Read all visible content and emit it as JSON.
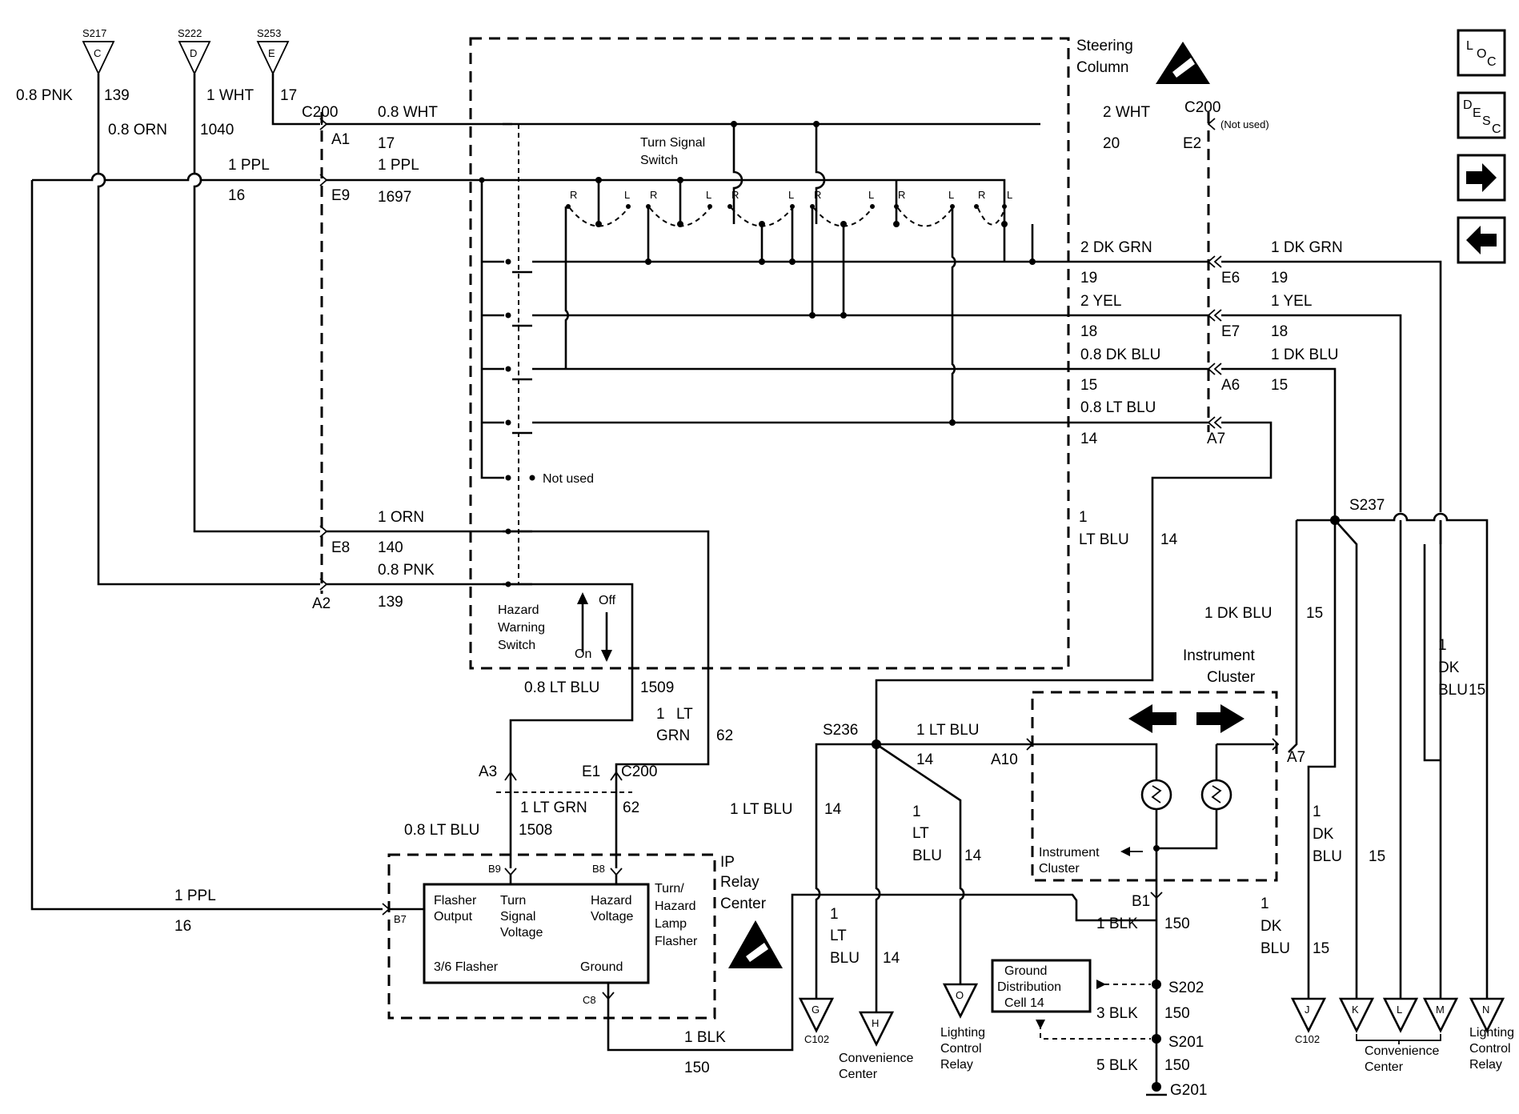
{
  "splices_top": [
    {
      "id": "s217",
      "name": "S217",
      "letter": "C"
    },
    {
      "id": "s222",
      "name": "S222",
      "letter": "D"
    },
    {
      "id": "s253",
      "name": "S253",
      "letter": "E"
    }
  ],
  "steering_column": {
    "line1": "Steering",
    "line2": "Column"
  },
  "turn_signal_switch": {
    "line1": "Turn Signal",
    "line2": "Switch"
  },
  "hazard_switch": {
    "line1": "Hazard",
    "line2": "Warning",
    "line3": "Switch",
    "off": "Off",
    "on": "On"
  },
  "not_used": "Not used",
  "c200_not_used": "(Not used)",
  "connectors": {
    "c200": "C200",
    "a1": "A1",
    "e9": "E9",
    "e8": "E8",
    "a2": "A2",
    "e2": "E2",
    "e6": "E6",
    "e7": "E7",
    "a6": "A6",
    "a7": "A7",
    "a3": "A3",
    "e1": "E1",
    "b9": "B9",
    "b8": "B8",
    "b7": "B7",
    "c8": "C8",
    "a10": "A10",
    "b1": "B1"
  },
  "wires": {
    "pnk08": "0.8 PNK",
    "n139": "139",
    "orn08": "0.8 ORN",
    "n1040": "1040",
    "wht1": "1 WHT",
    "n17": "17",
    "wht08": "0.8 WHT",
    "ppl1": "1 PPL",
    "n16": "16",
    "n1697": "1697",
    "wht2": "2 WHT",
    "n20": "20",
    "dkgrn2": "2 DK GRN",
    "n19": "19",
    "dkgrn1": "1 DK GRN",
    "yel2": "2 YEL",
    "n18": "18",
    "yel1": "1 YEL",
    "dkblu08": "0.8 DK BLU",
    "n15": "15",
    "dkblu1": "1 DK BLU",
    "ltblu08": "0.8 LT BLU",
    "n14": "14",
    "orn1": "1 ORN",
    "n140": "140",
    "n1509": "1509",
    "n62": "62",
    "ltgrn1": "1 LT GRN",
    "n1508": "1508",
    "ltblu1": "1 LT BLU",
    "blk1": "1 BLK",
    "n150": "150",
    "blk3": "3 BLK",
    "blk5": "5 BLK",
    "one": "1",
    "lt": "LT",
    "blu": "BLU",
    "dk": "DK",
    "grn": "GRN",
    "lt_blu": "LT BLU"
  },
  "s237": "S237",
  "s236": "S236",
  "s202": "S202",
  "s201": "S201",
  "g201": "G201",
  "instrument_cluster": {
    "line1": "Instrument",
    "line2": "Cluster",
    "inner1": "Instrument",
    "inner2": "Cluster"
  },
  "ip_relay": {
    "line1": "IP",
    "line2": "Relay",
    "line3": "Center"
  },
  "flasher": {
    "flasher_output_1": "Flasher",
    "flasher_output_2": "Output",
    "tsv_1": "Turn",
    "tsv_2": "Signal",
    "tsv_3": "Voltage",
    "hv_1": "Hazard",
    "hv_2": "Voltage",
    "flasher_36": "3/6 Flasher",
    "ground": "Ground",
    "side_1": "Turn/",
    "side_2": "Hazard",
    "side_3": "Lamp",
    "side_4": "Flasher"
  },
  "ground_dist": {
    "line1": "Ground",
    "line2": "Distribution",
    "line3": "Cell 14"
  },
  "bottom_refs": [
    {
      "id": "g",
      "letter": "G",
      "label": "C102"
    },
    {
      "id": "h",
      "letter": "H",
      "label1": "Convenience",
      "label2": "Center"
    },
    {
      "id": "o",
      "letter": "O",
      "label1": "Lighting",
      "label2": "Control",
      "label3": "Relay"
    },
    {
      "id": "j",
      "letter": "J",
      "label": "C102"
    },
    {
      "id": "k",
      "letter": "K"
    },
    {
      "id": "l",
      "letter": "L",
      "label1": "Convenience",
      "label2": "Center"
    },
    {
      "id": "m",
      "letter": "M"
    },
    {
      "id": "n",
      "letter": "N",
      "label1": "Lighting",
      "label2": "Control",
      "label3": "Relay"
    }
  ],
  "switch_contacts": [
    "R",
    "L",
    "R",
    "L",
    "R",
    "L",
    "R",
    "L",
    "R",
    "L",
    "R",
    "L"
  ],
  "nav": {
    "loc": [
      "L",
      "O",
      "C"
    ],
    "desc": [
      "D",
      "E",
      "S",
      "C"
    ]
  }
}
